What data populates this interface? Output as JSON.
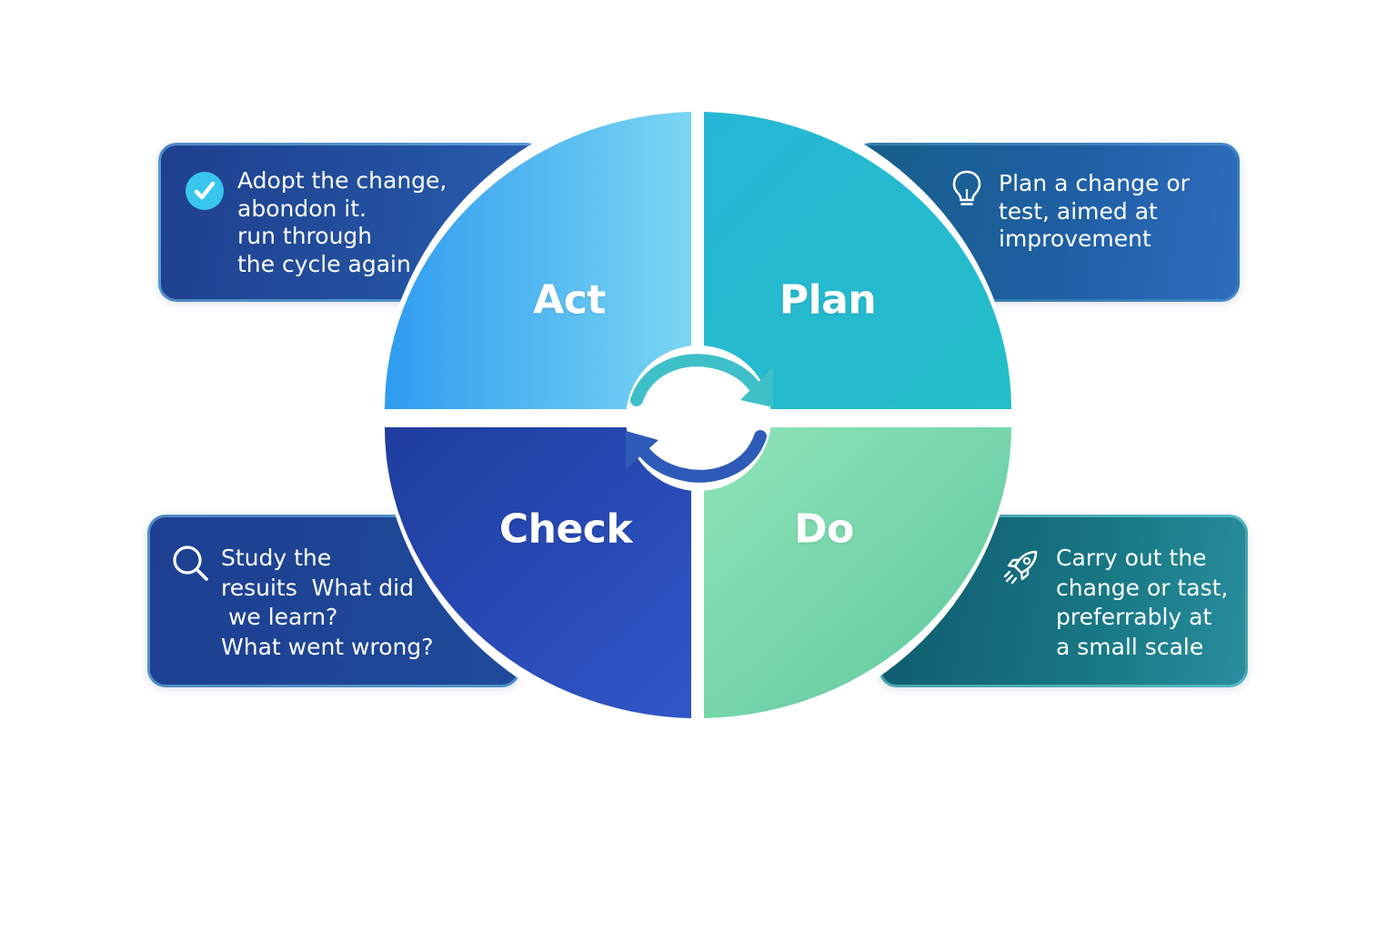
{
  "quadrants": {
    "act": {
      "label": "Act",
      "color_start": "#2f9cf0",
      "color_end": "#7ad6f2"
    },
    "plan": {
      "label": "Plan",
      "color_start": "#27b7d6",
      "color_end": "#23bec9"
    },
    "check": {
      "label": "Check",
      "color_start": "#1f3d9e",
      "color_end": "#3156c8"
    },
    "do": {
      "label": "Do",
      "color_start": "#8fe4b8",
      "color_end": "#5ec79d"
    }
  },
  "cards": {
    "act": {
      "icon": "check-circle-icon",
      "text": "Adopt the change,\nabondon it.\nrun through\nthe cycle again"
    },
    "plan": {
      "icon": "lightbulb-icon",
      "text": "Plan a change or\ntest, aimed at\nimprovement"
    },
    "check": {
      "icon": "search-icon",
      "text": "Study the\nresuits  What did\n we learn?\nWhat went wrong?"
    },
    "do": {
      "icon": "rocket-icon",
      "text": "Carry out the\nchange or tast,\npreferrably at\na small scale"
    }
  },
  "center": {
    "icon": "cycle-arrows-icon",
    "arrow_color": "#3fc0c8"
  }
}
